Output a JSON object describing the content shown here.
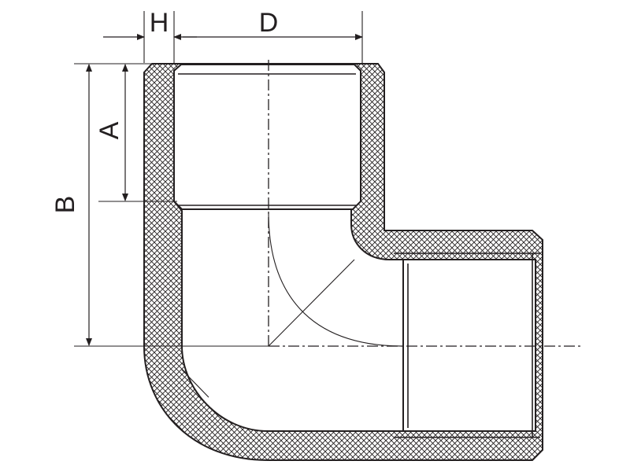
{
  "colors": {
    "line": "#231f20",
    "body_fill": "#ffffff",
    "hatch": "#231f20"
  },
  "dimensions": {
    "h_label": "H",
    "d_label": "D",
    "a_label": "A",
    "b_label": "B"
  }
}
